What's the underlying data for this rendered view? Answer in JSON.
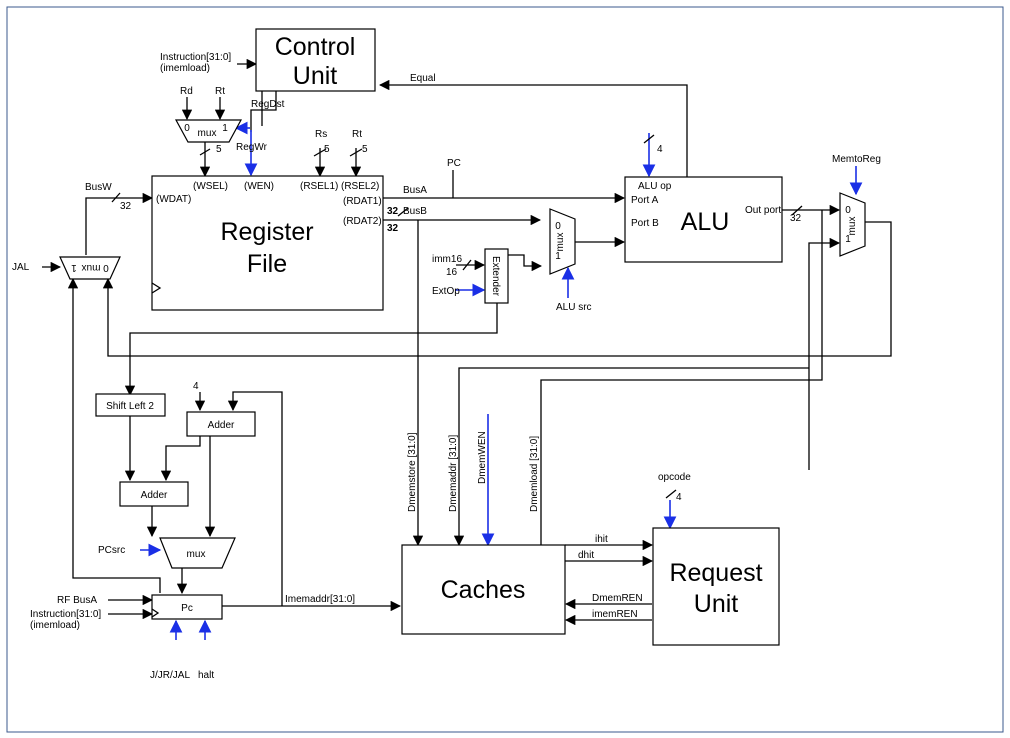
{
  "blocks": {
    "control_unit": [
      "Control",
      "Unit"
    ],
    "register_file": [
      "Register",
      "File"
    ],
    "alu": "ALU",
    "caches": "Caches",
    "request_unit": [
      "Request",
      "Unit"
    ],
    "extender": "Extender",
    "shift_left": "Shift Left 2",
    "adder": "Adder",
    "pc": "Pc",
    "mux": "mux"
  },
  "ports": {
    "wsel": "(WSEL)",
    "wen": "(WEN)",
    "rsel1": "(RSEL1)",
    "rsel2": "(RSEL2)",
    "wdat": "(WDAT)",
    "rdat1": "(RDAT1)",
    "rdat2": "(RDAT2)",
    "alu_op": "ALU op",
    "port_a": "Port A",
    "port_b": "Port B",
    "out_port": "Out port",
    "zero": "0",
    "one": "1"
  },
  "signals": {
    "instr_top": "Instruction[31:0]",
    "imemload_top": "(imemload)",
    "rd": "Rd",
    "rt": "Rt",
    "regdst": "RegDst",
    "regwr": "RegWr",
    "rs": "Rs",
    "rt2": "Rt",
    "equal": "Equal",
    "pc": "PC",
    "busa": "BusA",
    "busb": "BusB",
    "busw": "BusW",
    "jal": "JAL",
    "imm16": "imm16",
    "extop": "ExtOp",
    "alusrc": "ALU src",
    "memtoreg": "MemtoReg",
    "dmemstore": "Dmemstore [31:0]",
    "dmemaddr": "Dmemaddr [31:0]",
    "dmemwen": "DmemWEN",
    "dmemload": "Dmemload [31:0]",
    "opcode": "opcode",
    "ihit": "ihit",
    "dhit": "dhit",
    "dmemren": "DmemREN",
    "imemren": "imemREN",
    "pcsrc": "PCsrc",
    "rf_busa": "RF BusA",
    "instr_bottom": "Instruction[31:0]",
    "imemload_bottom": "(imemload)",
    "imemaddr": "Imemaddr[31:0]",
    "j_jr_jal": "J/JR/JAL",
    "halt": "halt"
  },
  "widths": {
    "five": "5",
    "thirtytwo": "32",
    "four": "4",
    "sixteen": "16"
  },
  "colors": {
    "control_signal": "#1a2fe6",
    "data_wire": "#000000",
    "frame": "#3b5a8c"
  }
}
